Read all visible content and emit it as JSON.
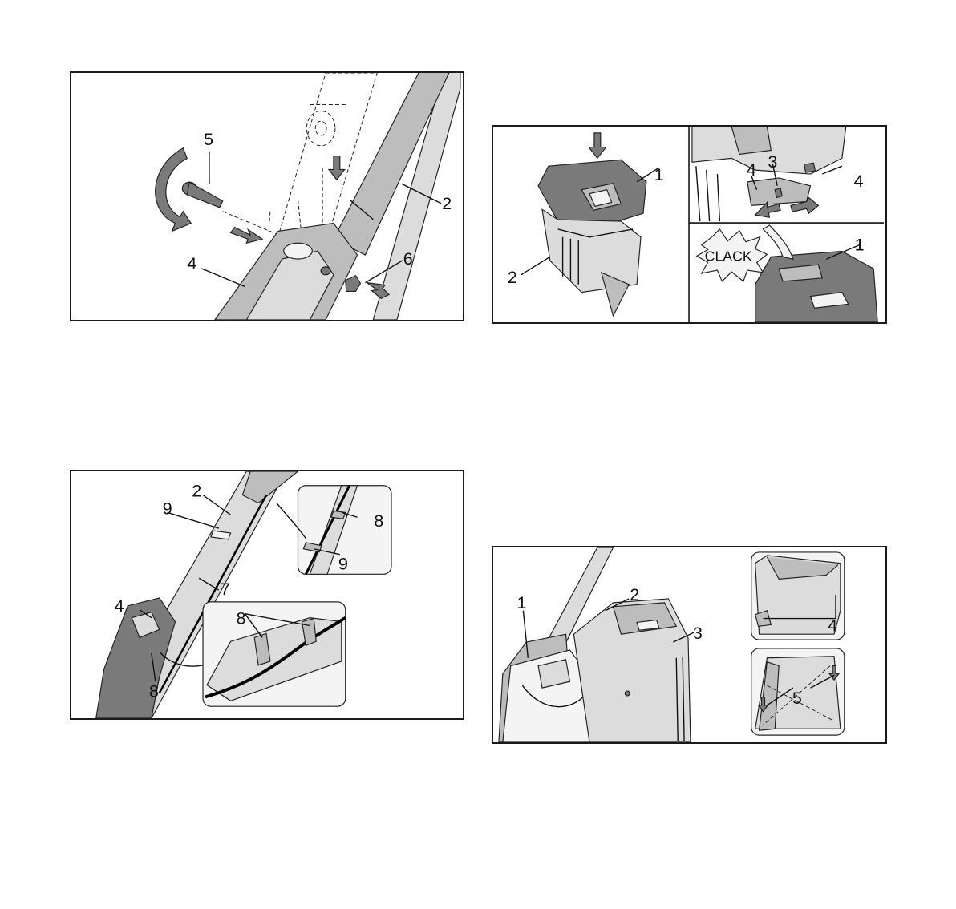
{
  "figures": {
    "fig1": {
      "callouts": [
        "5",
        "2",
        "4",
        "6"
      ]
    },
    "fig2": {
      "callouts": [
        "1",
        "2",
        "4",
        "3",
        "4",
        "1"
      ],
      "sound_label": "CLACK"
    },
    "fig3": {
      "callouts": [
        "2",
        "9",
        "7",
        "4",
        "8",
        "8",
        "8",
        "9"
      ]
    },
    "fig4": {
      "callouts": [
        "1",
        "2",
        "3",
        "4",
        "5"
      ]
    }
  }
}
